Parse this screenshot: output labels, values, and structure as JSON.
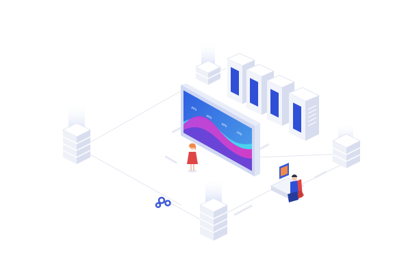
{
  "scene": {
    "screen_labels": [
      "80%",
      "60%",
      "40%",
      "20%"
    ],
    "colors": {
      "background": "#ffffff",
      "server_face": "#f2f4fb",
      "server_side": "#d7dcee",
      "server_top": "#ffffff",
      "server_panel": "#2f4fd6",
      "stack_light": "#eef1f8",
      "stack_mid": "#d9deef",
      "screen_frame": "#cfd7f3",
      "screen_bg": "#4f87e6",
      "wave_pink": "#d62fd1",
      "wave_cyan": "#49d8f0",
      "wave_purple": "#5a44d8",
      "person_red": "#e04545",
      "hair_orange": "#f08a4b",
      "gear_blue": "#3c58d6",
      "line_gray": "#e3e6ee"
    }
  }
}
